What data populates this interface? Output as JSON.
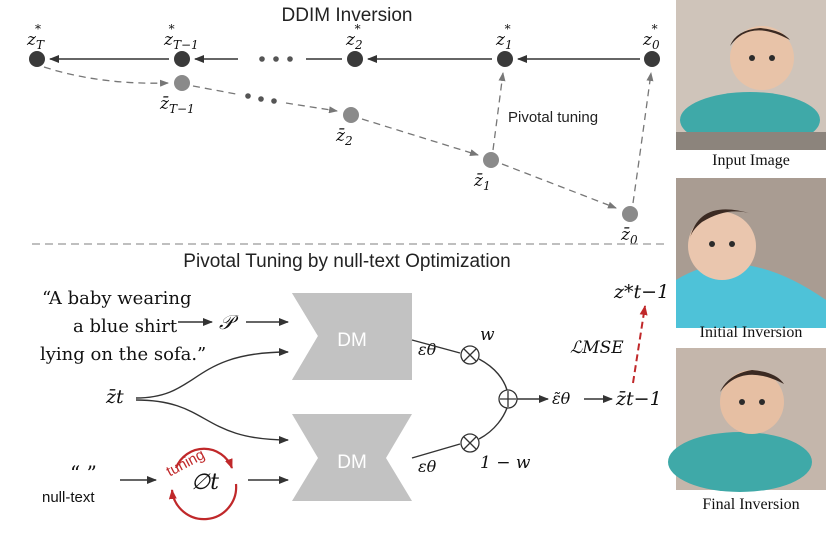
{
  "top": {
    "title": "DDIM Inversion",
    "pivotal_label": "Pivotal tuning",
    "z_star": [
      {
        "base": "z",
        "sub": "T",
        "sup": "*"
      },
      {
        "base": "z",
        "sub": "T−1",
        "sup": "*"
      },
      {
        "base": "z",
        "sub": "2",
        "sup": "*"
      },
      {
        "base": "z",
        "sub": "1",
        "sup": "*"
      },
      {
        "base": "z",
        "sub": "0",
        "sup": "*"
      }
    ],
    "z_bar": [
      {
        "base": "z̄",
        "sub": "T−1"
      },
      {
        "base": "z̄",
        "sub": "2"
      },
      {
        "base": "z̄",
        "sub": "1"
      },
      {
        "base": "z̄",
        "sub": "0"
      }
    ],
    "colors": {
      "dark_node": "#3a3a3a",
      "light_node": "#8a8a8a"
    }
  },
  "bottom": {
    "title": "Pivotal Tuning by null-text Optimization",
    "prompt_lines": [
      "“A baby wearing",
      "a blue shirt",
      "lying on the sofa.”"
    ],
    "p_symbol": "𝒫",
    "dm_label": "DM",
    "eps": "εθ",
    "w": "w",
    "one_minus_w": "1 − w",
    "zt": "z̄t",
    "eps_tilde": "ε̃θ",
    "zbar_tm1": "z̄t−1",
    "z_star_tm1": "z*t−1",
    "loss": "ℒMSE",
    "null_quote": "“ ”",
    "null_text": "null-text",
    "tuning": "tuning",
    "phi": "∅t",
    "colors": {
      "dm": "#c2c2c2",
      "loss_arrow": "#c0282a",
      "tuning": "#c0282a"
    }
  },
  "images": [
    {
      "caption": "Input Image"
    },
    {
      "caption": "Initial Inversion"
    },
    {
      "caption": "Final Inversion"
    }
  ]
}
